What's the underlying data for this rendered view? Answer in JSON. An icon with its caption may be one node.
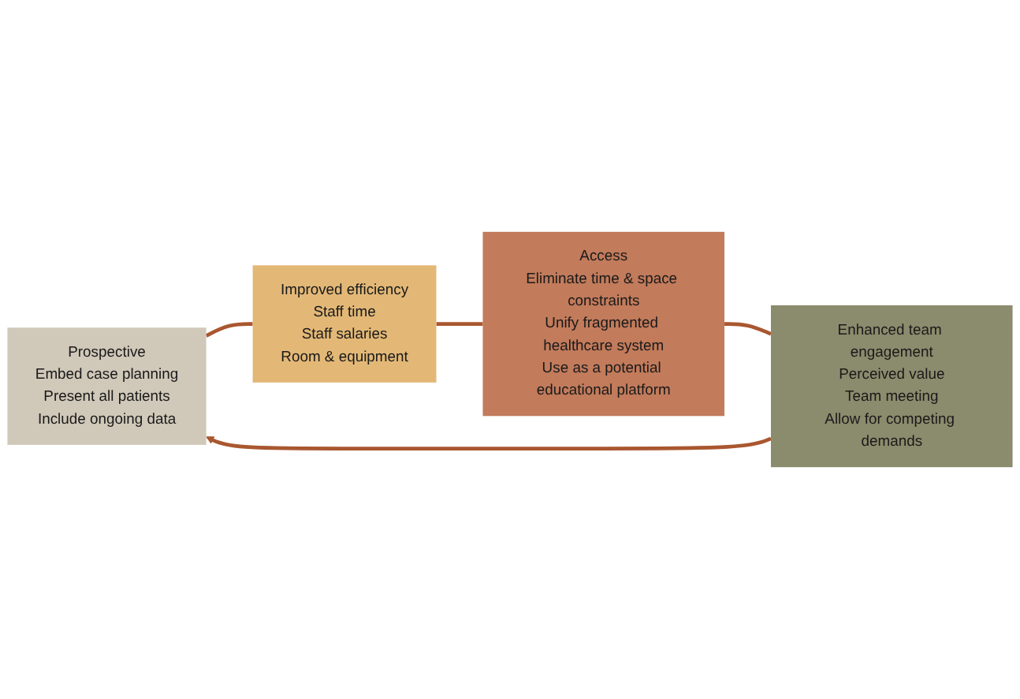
{
  "diagram": {
    "nodes": [
      {
        "text": [
          "Prospective",
          "Embed case planning",
          "Present all patients",
          "Include ongoing data"
        ]
      },
      {
        "text": [
          "Improved efficiency",
          "Staff time",
          "Staff salaries",
          "Room & equipment"
        ]
      },
      {
        "text": [
          "Access",
          "Eliminate time & space constraints",
          "Unify fragmented healthcare system",
          "Use as a potential educational platform"
        ]
      },
      {
        "text": [
          "Enhanced team engagement",
          "Perceived value",
          "Team meeting",
          "Allow for competing demands"
        ]
      }
    ],
    "edges": [
      {
        "from": 0,
        "to": 1,
        "arrow": "none"
      },
      {
        "from": 1,
        "to": 2,
        "arrow": "none"
      },
      {
        "from": 2,
        "to": 3,
        "arrow": "none"
      },
      {
        "from": 3,
        "to": 0,
        "arrow": "to"
      }
    ]
  }
}
